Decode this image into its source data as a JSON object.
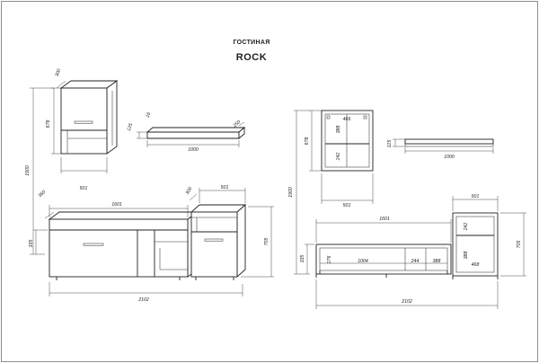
{
  "sheet": {
    "subtitle": "ГОСТИНАЯ",
    "title": "ROCK"
  },
  "dims": {
    "iso_wall_depth": "300",
    "iso_wall_height": "678",
    "iso_wall_width": "501",
    "iso_total_height": "1900",
    "iso_shelf_depth": "250",
    "iso_shelf_height": "125",
    "iso_shelf_small": "16",
    "iso_shelf_width": "1000",
    "iso_tv_depth": "360",
    "iso_tv_width": "1601",
    "iso_tv_height": "335",
    "iso_cab_depth": "300",
    "iso_cab_width": "501",
    "iso_cab_height": "705",
    "iso_total_width": "2102",
    "fr_wall_top": "466",
    "fr_wall_mid": "388",
    "fr_wall_bot": "242",
    "fr_wall_height": "678",
    "fr_wall_width": "501",
    "fr_shelf_height": "125",
    "fr_shelf_width": "1000",
    "fr_total_height": "1900",
    "fr_cab_width": "501",
    "fr_cab_upper": "242",
    "fr_cab_lower": "388",
    "fr_cab_small": "468",
    "fr_cab_height": "705",
    "fr_tv_width": "1601",
    "fr_tv_height": "335",
    "fr_tv_inner_h": "276",
    "fr_tv_seg1": "1004",
    "fr_tv_seg2": "244",
    "fr_tv_seg3": "388",
    "fr_total_width": "2102"
  }
}
